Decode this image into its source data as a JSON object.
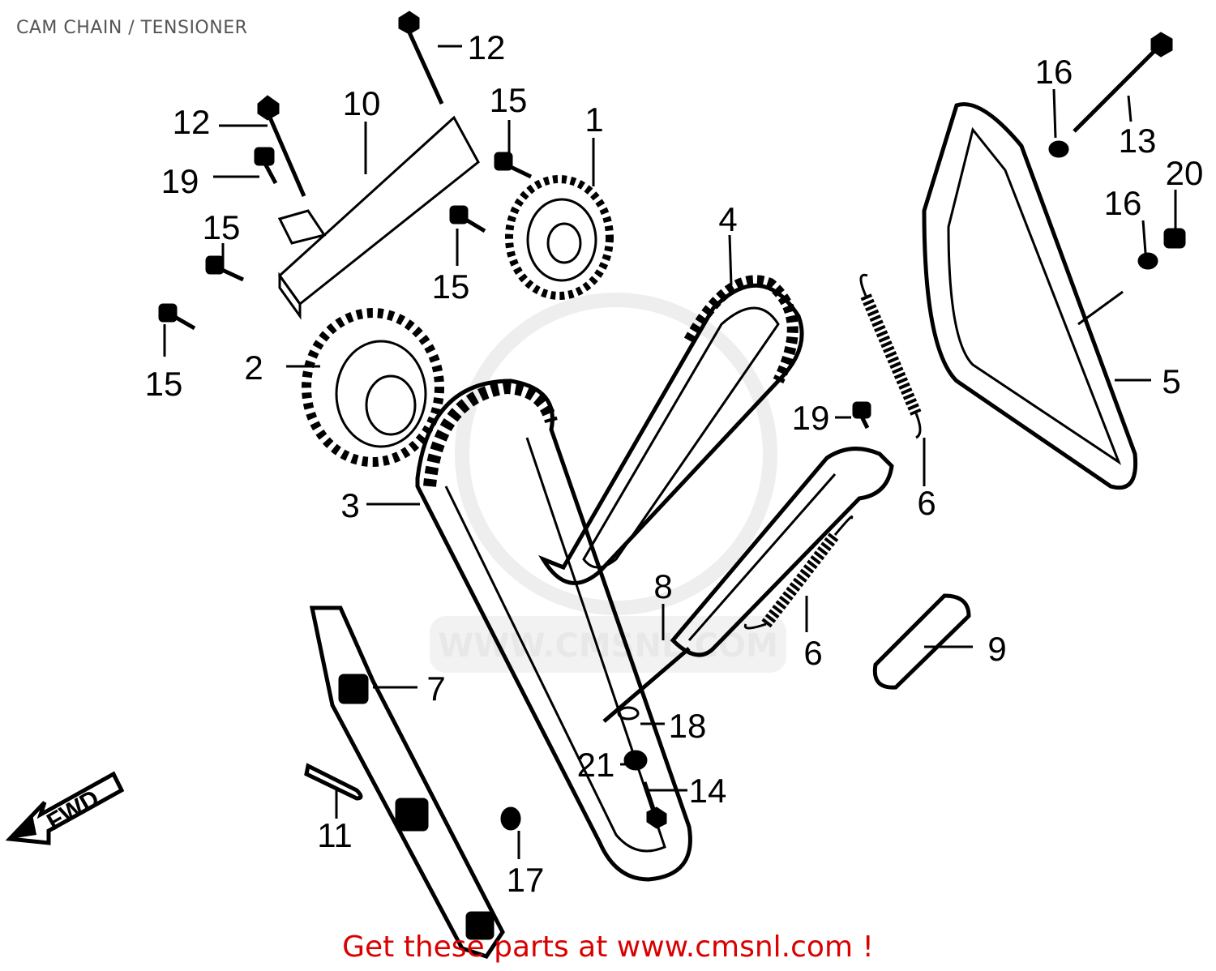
{
  "title": "CAM CHAIN / TENSIONER",
  "footer": "Get these parts at www.cmsnl.com !",
  "watermark": "WWW.CMSNL.COM",
  "fwd": "FWD",
  "callouts": {
    "c1": "1",
    "c2": "2",
    "c3": "3",
    "c4": "4",
    "c5": "5",
    "c6a": "6",
    "c6b": "6",
    "c7": "7",
    "c8": "8",
    "c9": "9",
    "c10": "10",
    "c11": "11",
    "c12a": "12",
    "c12b": "12",
    "c13": "13",
    "c14": "14",
    "c15a": "15",
    "c15b": "15",
    "c15c": "15",
    "c15d": "15",
    "c16a": "16",
    "c16b": "16",
    "c17": "17",
    "c18": "18",
    "c19a": "19",
    "c19b": "19",
    "c20": "20",
    "c21": "21"
  },
  "colors": {
    "footer": "#d90000",
    "title": "#555555",
    "ink": "#000000",
    "watermark": "#e8e8e8"
  }
}
